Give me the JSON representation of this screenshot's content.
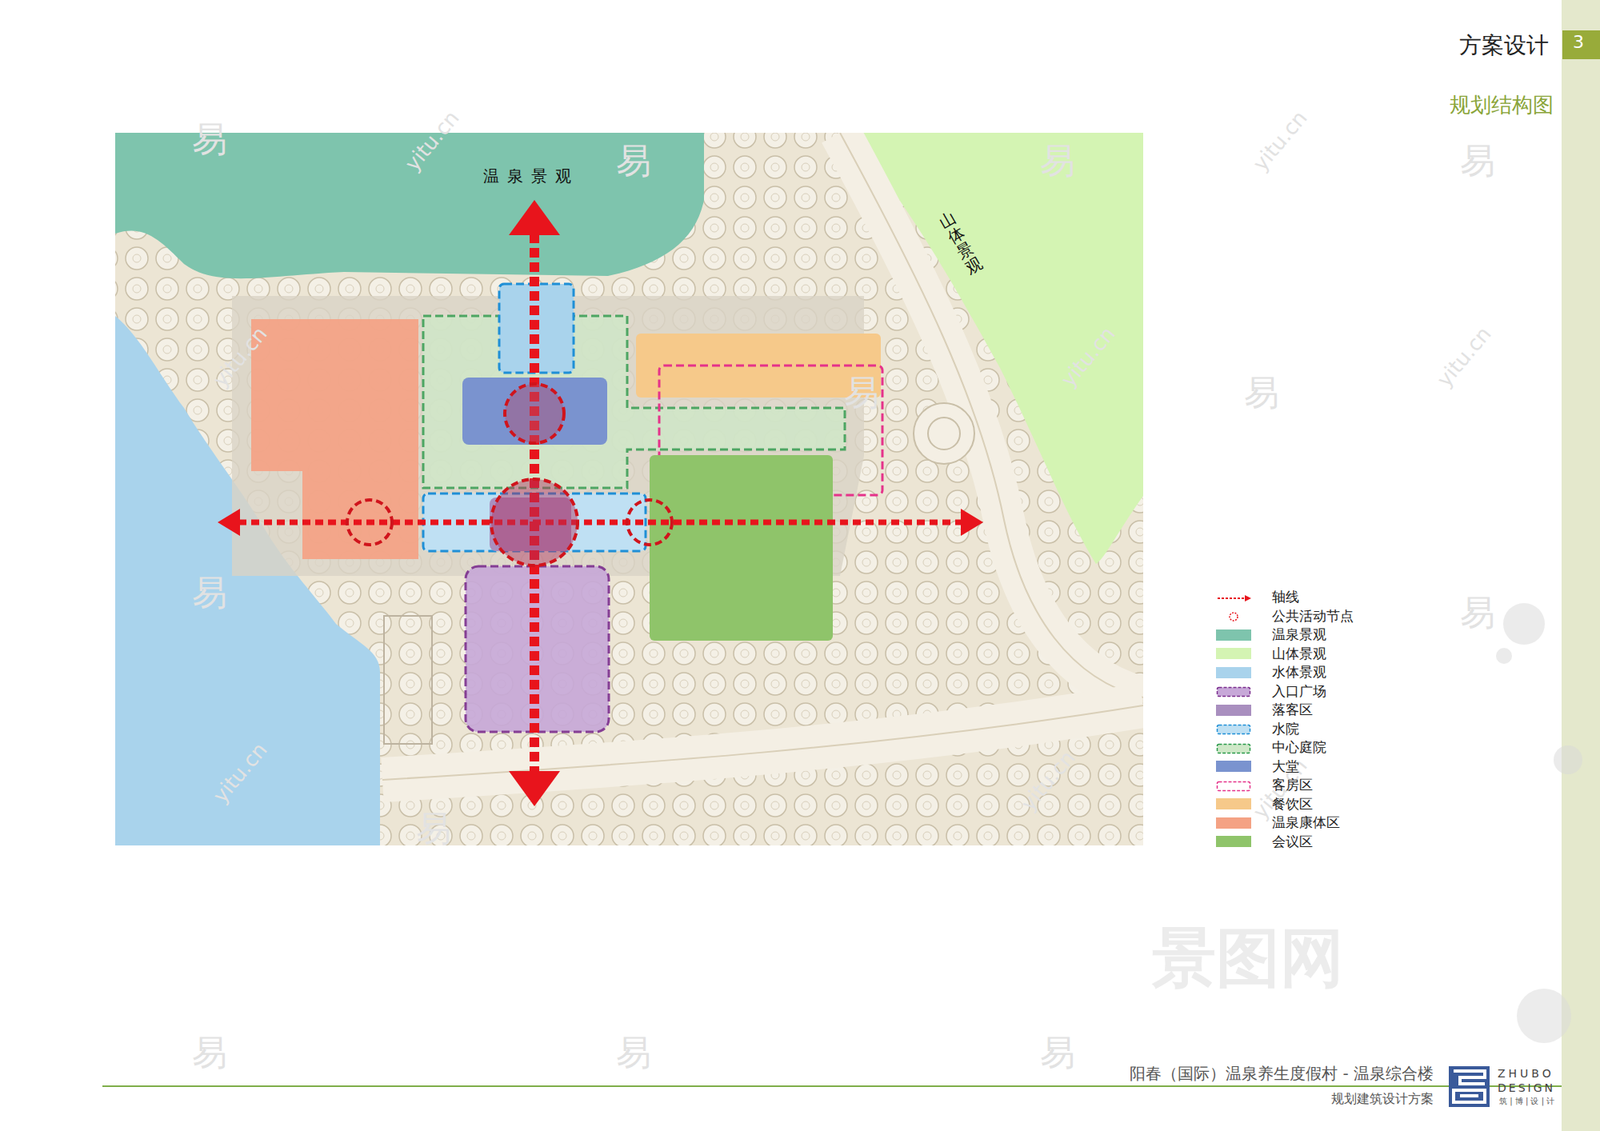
{
  "diagram": {
    "title": "方案设计",
    "labels": [
      "3",
      "规划结构图",
      "温泉景观",
      "山体景观",
      "阳春（国际）温泉养生度假村 - 温泉综合楼",
      "规划建筑设计方案",
      "ZHUBO",
      "DESIGN",
      "筑 | 博 | 设 | 计",
      "景图网",
      "易",
      "易",
      "易",
      "易",
      "易",
      "易",
      "易",
      "易",
      "易",
      "易",
      "易",
      "易",
      "yitu.cn",
      "yitu.cn",
      "yitu.cn",
      "yitu.cn",
      "yitu.cn",
      "yitu.cn",
      "yitu.cn",
      "yitu.cn"
    ],
    "legend": [
      {
        "text": "轴线"
      },
      {
        "text": "公共活动节点"
      },
      {
        "text": "温泉景观",
        "color": "#7ec4ad"
      },
      {
        "text": "山体景观",
        "color": "#d4f4b3"
      },
      {
        "text": "水体景观",
        "color": "#a9d3ec"
      },
      {
        "text": "入口广场"
      },
      {
        "text": "落客区",
        "color": "#a98fbf"
      },
      {
        "text": "水院"
      },
      {
        "text": "中心庭院"
      },
      {
        "text": "大堂",
        "color": "#7a93cf"
      },
      {
        "text": "客房区"
      },
      {
        "text": "餐饮区",
        "color": "#f6c98a"
      },
      {
        "text": "温泉康体区",
        "color": "#f4a284"
      },
      {
        "text": "会议区",
        "color": "#8fc46a"
      }
    ]
  }
}
